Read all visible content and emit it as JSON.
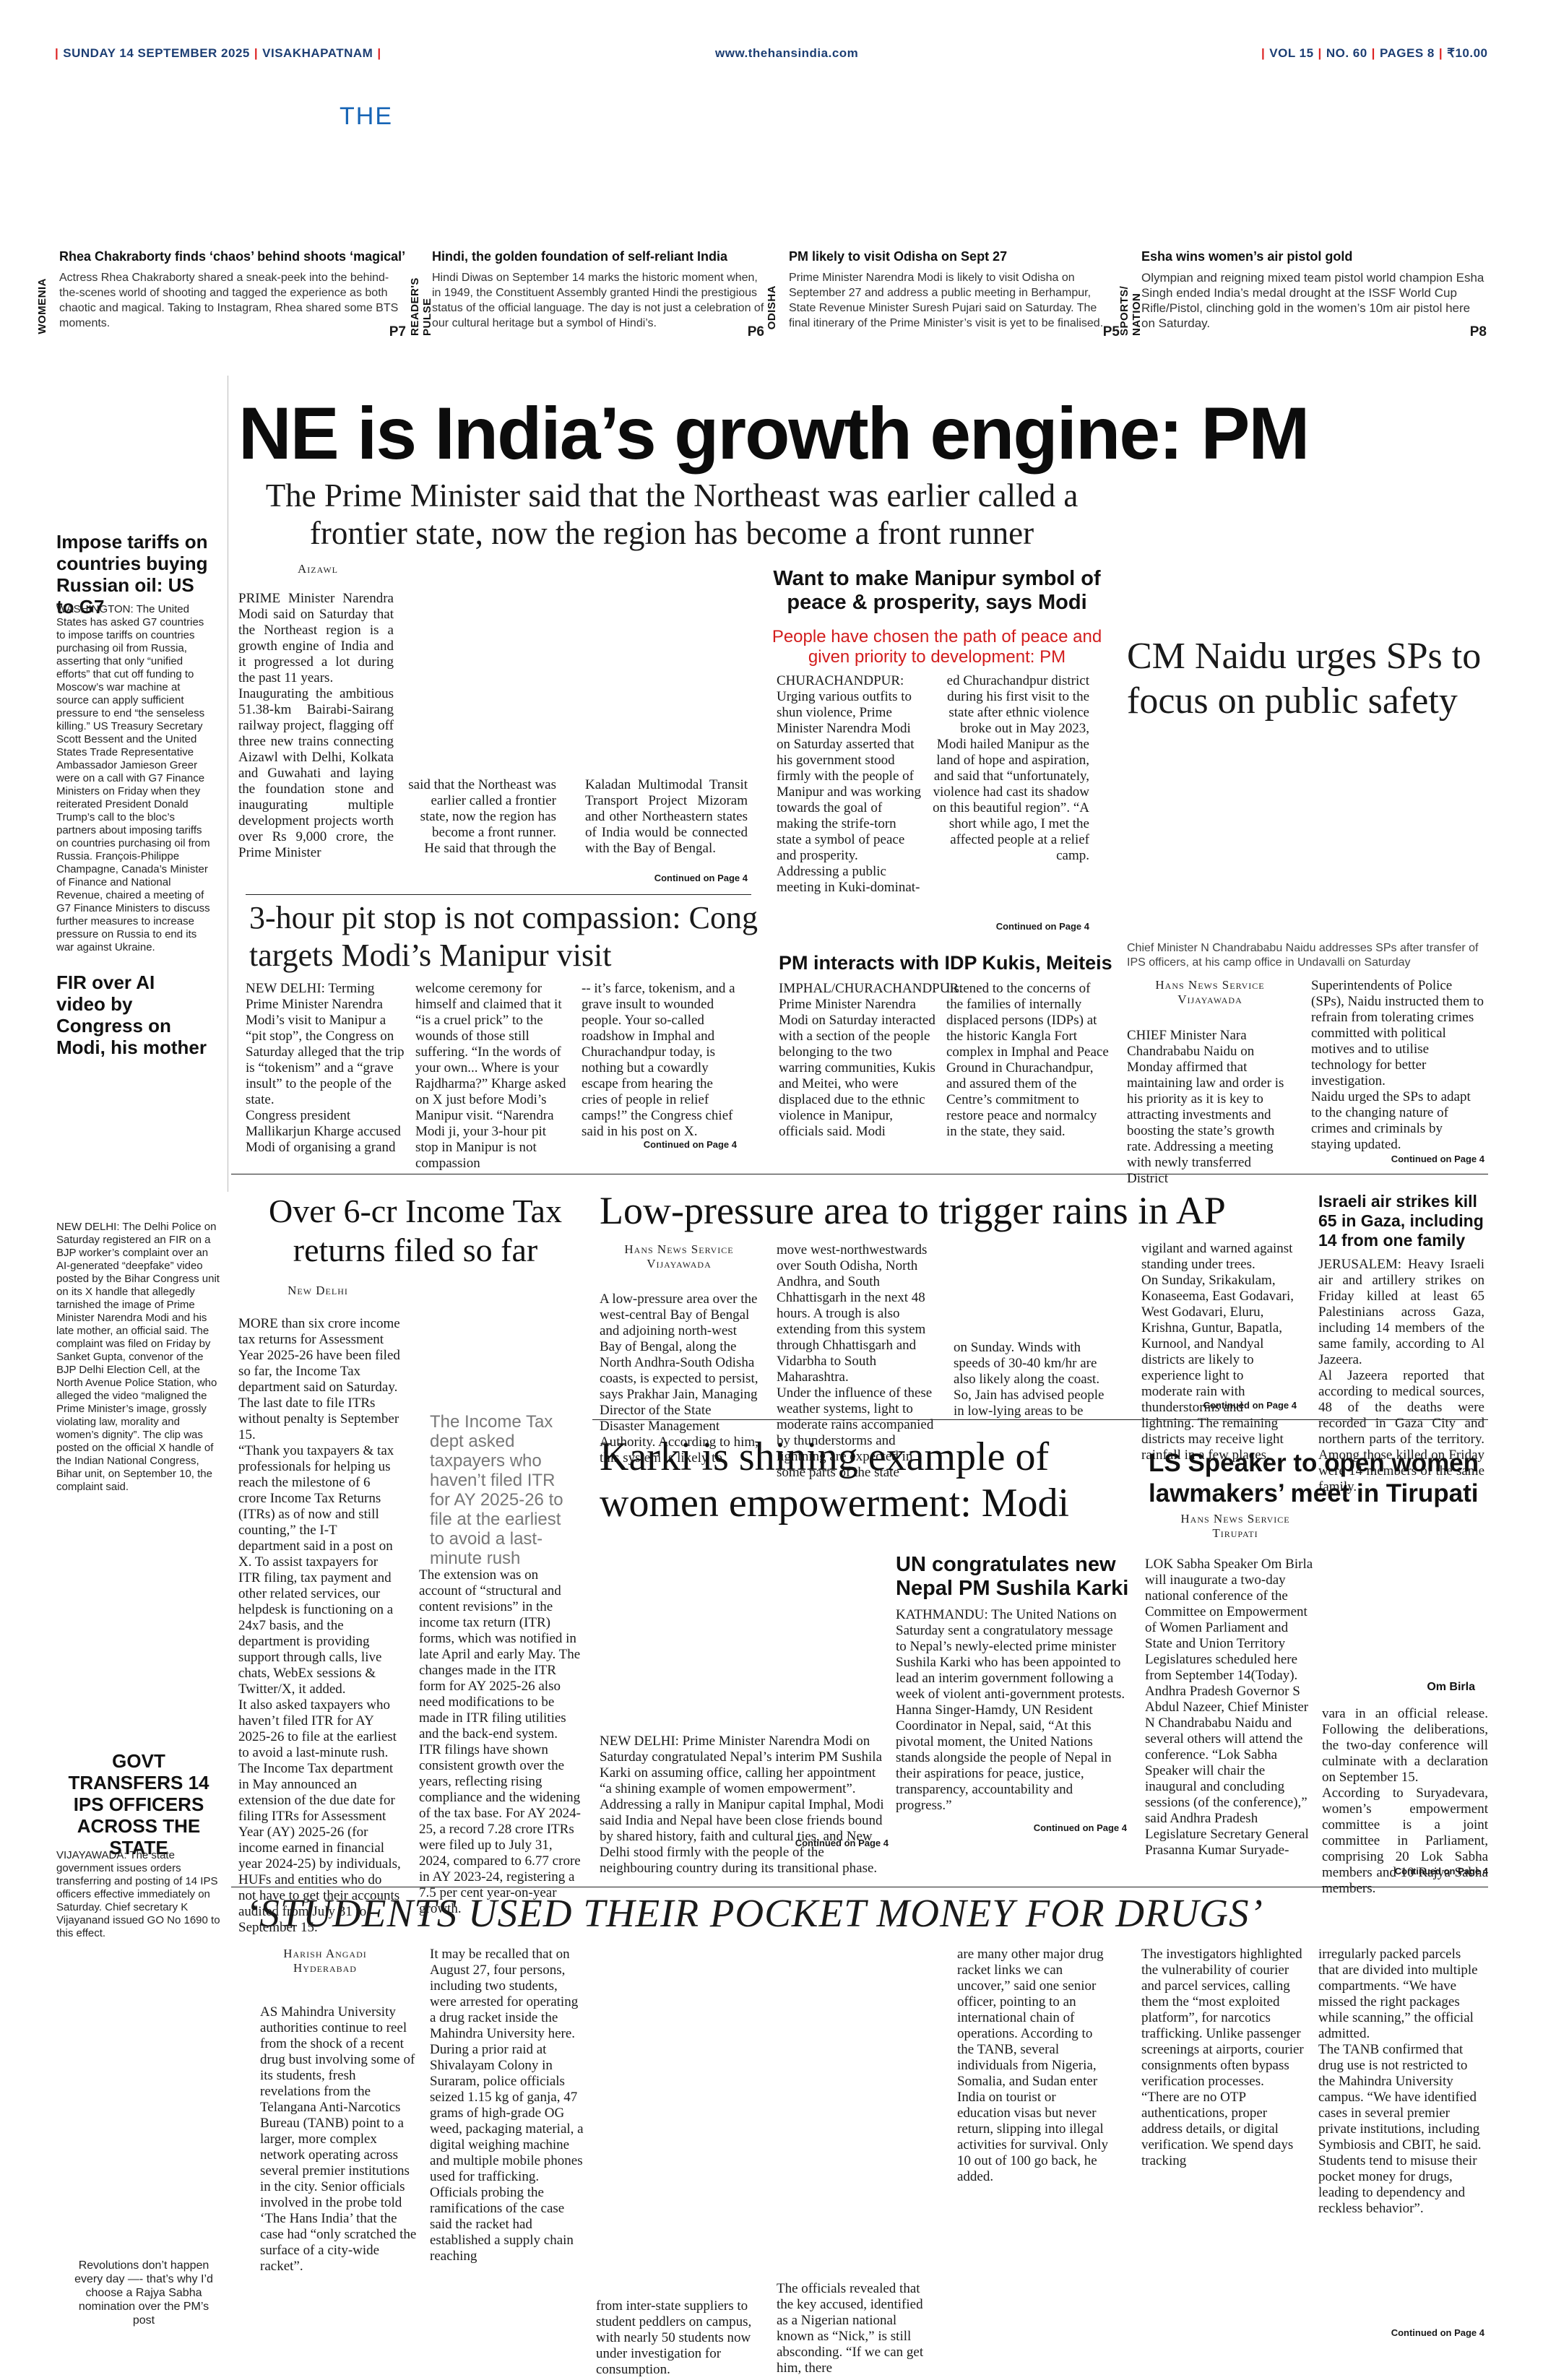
{
  "dateline": {
    "left": "SUNDAY 14 SEPTEMBER 2025",
    "city": "VISAKHAPATNAM",
    "url": "www.thehansindia.com",
    "vol": "VOL 15",
    "no": "NO. 60",
    "pages": "PAGES 8",
    "price": "₹10.00"
  },
  "masthead": {
    "the": "THE"
  },
  "teasers": [
    {
      "label": "WOMENIA",
      "title": "Rhea Chakraborty finds ‘chaos’ behind shoots ‘magical’",
      "text": "Actress Rhea Chakraborty shared a sneak-peek into the behind-the-scenes world of shooting and tagged the experience as both chaotic and magical. Taking to Instagram, Rhea shared some BTS moments.",
      "page": "P7"
    },
    {
      "label": "READER'S PULSE",
      "title": "Hindi, the golden foundation of self-reliant India",
      "text": "Hindi Diwas on September 14 marks the historic moment when, in 1949, the Constituent Assembly granted Hindi the prestigious status of the official language. The day is not just a celebration of our cultural heritage but a symbol of Hindi’s.",
      "page": "P6"
    },
    {
      "label": "ODISHA",
      "title": "PM likely to visit Odisha on Sept 27",
      "text": "Prime Minister Narendra Modi is likely to visit Odisha on September 27 and address a public meeting in Berhampur, State Revenue Minister Suresh Pujari said on Saturday. The final itinerary of the Prime Minister’s visit is yet to be finalised.",
      "page": "P5"
    },
    {
      "label": "SPORTS/ NATION",
      "title": "Esha wins women’s air pistol gold",
      "text": "Olympian and reigning mixed team pistol world champion Esha Singh ended India’s medal drought at the ISSF World Cup Rifle/Pistol, clinching gold in the women’s 10m air pistol here on Saturday.",
      "page": "P8"
    }
  ],
  "lead": {
    "headline": "NE is India’s growth engine: PM",
    "deck": "The Prime Minister said that the Northeast was earlier called a frontier state, now the region has become a front runner",
    "byline": "Aizawl",
    "col1": "PRIME Minister Narendra Modi said on Saturday that the Northeast region is a growth engine of India and it progressed a lot during the past 11 years.\n   Inaugurating the ambitious 51.38-km Bairabi-Sairang railway project, flagging off three new trains connecting Aizawl with Delhi, Kolkata and Guwahati and laying the foundation stone and inaugurating multiple development projects worth over Rs 9,000 crore, the Prime Minister",
    "col2": "said that the Northeast was earlier called a frontier state, now the region has become a front runner.\n   He said that through the",
    "col3": "Kaladan Multimodal Transit Transport Project Mizoram and other Northeastern states of India would be connected with the Bay of Bengal.",
    "cont": "Continued on Page 4"
  },
  "manipur": {
    "headline": "Want to make Manipur symbol of peace & prosperity, says Modi",
    "sub": "People have chosen the path of peace and given priority to development: PM",
    "col1": "CHURACHANDPUR: Urging various outfits to shun violence, Prime Minister Narendra Modi on Saturday asserted that his government stood firmly with the people of Manipur and was working towards the goal of making the strife-torn state a symbol of peace and prosperity.\n   Addressing a public meeting in Kuki-dominat-",
    "col2": "ed Churachandpur district during his first visit to the state after ethnic violence broke out in May 2023, Modi hailed Manipur as the land of hope and aspiration, and said that “unfortunately, violence had cast its shadow on this beautiful region”. “A short while ago, I met the affected people at a relief camp.",
    "cont": "Continued on Page 4"
  },
  "naidu": {
    "headline": "CM Naidu urges SPs to focus on public safety",
    "caption": "Chief Minister N Chandrababu Naidu addresses SPs after transfer of IPS officers, at his camp office in Undavalli on Saturday",
    "byline1": "Hans News Service",
    "byline2": "Vijayawada",
    "col1": "CHIEF Minister Nara Chandrababu Naidu on Monday affirmed that maintaining law and order is his priority as it is key to attracting investments and boosting the state’s growth rate. Addressing a meeting with newly transferred District",
    "col2": "Superintendents of Police (SPs), Naidu instructed them to refrain from tolerating crimes committed with political motives and to utilise technology for better investigation.\n   Naidu urged the SPs to adapt to the changing nature of crimes and criminals by staying updated.",
    "cont": "Continued on Page 4"
  },
  "pitstop": {
    "headline": "3-hour pit stop is not compassion: Cong targets Modi’s Manipur visit",
    "col1": "NEW DELHI: Terming Prime Minister Narendra Modi’s visit to Manipur a “pit stop”, the Congress on Saturday alleged that the trip is “tokenism” and a “grave insult” to the people of the state.\n   Congress president Mallikarjun Kharge accused Modi of organising a grand",
    "col2": "welcome ceremony for himself and claimed that it “is a cruel prick” to the wounds of those still suffering. “In the words of your own... Where is your Rajdharma?” Kharge asked on X just before Modi’s Manipur visit. “Narendra Modi ji, your 3-hour pit stop in Manipur is not compassion",
    "col3": "-- it’s farce, tokenism, and a grave insult to wounded people. Your so-called roadshow in Imphal and Churachandpur today, is nothing but a cowardly escape from hearing the cries of people in relief camps!” the Congress chief said in his post on X.",
    "cont": "Continued on Page 4"
  },
  "kukis": {
    "headline": "PM interacts with IDP Kukis, Meiteis",
    "col1": "IMPHAL/CHURACHANDPUR: Prime Minister Narendra Modi on Saturday interacted with a section of the people belonging to the two warring communities, Kukis and Meitei, who were displaced due to the ethnic violence in Manipur, officials said. Modi",
    "col2": "listened to the concerns of the families of internally displaced persons (IDPs) at the historic Kangla Fort complex in Imphal and Peace Ground in Churachandpur, and assured them of the Centre’s commitment to restore peace and normalcy in the state, they said."
  },
  "left_col": {
    "tariffs_head": "Impose tariffs on countries buying Russian oil: US to G7",
    "tariffs_body": "WASHINGTON: The United States has asked G7 countries to impose tariffs on countries purchasing oil from Russia, asserting that only “unified efforts” that cut off funding to Moscow’s war machine at source can apply sufficient pressure to end “the senseless killing.” US Treasury Secretary Scott Bessent and the United States Trade Representative Ambassador Jamieson Greer were on a call with G7 Finance Ministers on Friday when they reiterated President Donald Trump’s call to the bloc’s partners about imposing tariffs on countries purchasing oil from Russia. François-Philippe Champagne, Canada’s Minister of Finance and National Revenue, chaired a meeting of G7 Finance Ministers to discuss further measures to increase pressure on Russia to end its war against Ukraine.",
    "fir_head": "FIR over AI video by Congress on Modi, his mother",
    "fir_body": "NEW DELHI: The Delhi Police on Saturday registered an FIR on a BJP worker’s complaint over an AI-generated “deepfake” video posted by the Bihar Congress unit on its X handle that allegedly tarnished the image of Prime Minister Narendra Modi and his late mother, an official said. The complaint was filed on Friday by Sanket Gupta, convenor of the BJP Delhi Election Cell, at the North Avenue Police Station, who alleged the video “maligned the Prime Minister’s image, grossly violating law, morality and women’s dignity”. The clip was posted on the official X handle of the Indian National Congress, Bihar unit, on September 10, the complaint said.",
    "govt_head": "GOVT TRANSFERS 14 IPS OFFICERS ACROSS THE STATE",
    "govt_body": "VIJAYAWADA: The state government issues orders transferring and posting of 14 IPS officers effective immediately on Saturday. Chief secretary K Vijayanand issued GO No 1690 to this effect.",
    "cartoon_caption": "Revolutions don’t happen every day —- that’s why I’d choose a Rajya Sabha nomination over the PM’s post"
  },
  "itr": {
    "headline": "Over 6-cr Income Tax returns filed so far",
    "byline": "New Delhi",
    "pull": "The Income Tax dept asked taxpayers who haven’t filed ITR for AY 2025-26 to file at the earliest to avoid a last-minute rush",
    "col1": "MORE than six crore income tax returns for Assessment Year 2025-26 have been filed so far, the Income Tax department said on Saturday. The last date to file ITRs without penalty is September 15.\n   “Thank you taxpayers & tax professionals for helping us reach the milestone of 6 crore Income Tax Returns (ITRs) as of now and still counting,” the I-T department said in a post on X. To assist taxpayers for ITR filing, tax payment and other related services, our helpdesk is functioning on a 24x7 basis, and the department is providing support through calls, live chats, WebEx sessions & Twitter/X, it added.\n   It also asked taxpayers who haven’t filed ITR for AY 2025-26 to file at the earliest to avoid a last-minute rush. The Income Tax department in May announced an extension of the due date for filing ITRs for Assessment Year (AY) 2025-26 (for income earned in financial year 2024-25) by individuals, HUFs and entities who do not have to get their accounts audited from July 31 to September 15.",
    "col2": "The extension was on account of “structural and content revisions” in the income tax return (ITR) forms, which was notified in late April and early May. The changes made in the ITR form for AY 2025-26 also need modifications to be made in ITR filing utilities and the back-end system. ITR filings have shown consistent growth over the years, reflecting rising compliance and the widening of the tax base. For AY 2024-25, a record 7.28 crore ITRs were filed up to July 31, 2024, compared to 6.77 crore in AY 2023-24, registering a 7.5 per cent year-on-year growth."
  },
  "rain": {
    "headline": "Low-pressure area to trigger rains in AP",
    "byline1": "Hans News Service",
    "byline2": "Vijayawada",
    "col1": "A low-pressure area over the west-central Bay of Bengal and adjoining north-west Bay of Bengal, along the North Andhra-South Odisha coasts, is expected to persist, says Prakhar Jain, Managing Director of the State Disaster Management Authority. According to him, this system is likely to",
    "col2": "move west-northwestwards over South Odisha, North Andhra, and South Chhattisgarh in the next 48 hours. A trough is also extending from this system through Chhattisgarh and Vidarbha to South Maharashtra.\n   Under the influence of these weather systems, light to moderate rains accompanied by thunderstorms and lightning are expected in some parts of the state",
    "col3": "on Sunday. Winds with speeds of 30-40 km/hr are also likely along the coast. So, Jain has advised people in low-lying areas to be",
    "col4": "vigilant and warned against standing under trees.\n   On Sunday, Srikakulam, Konaseema, East Godavari, West Godavari, Eluru, Krishna, Guntur, Bapatla, Kurnool, and Nandyal districts are likely to experience light to moderate rain with thunderstorms and lightning. The remaining districts may receive light rainfall in a few places.",
    "cont": "Continued on Page 4"
  },
  "gaza": {
    "headline": "Israeli air strikes kill 65 in Gaza, including 14 from one family",
    "body": "JERUSALEM: Heavy Israeli air and artillery strikes on Friday killed at least 65 Palestinians across Gaza, including 14 members of the same family, according to Al Jazeera.\n   Al Jazeera reported that according to medical sources, 48 of the deaths were recorded in Gaza City and northern parts of the territory. Among those killed on Friday were 14 members of the same family."
  },
  "karki": {
    "headline": "Karki is shining example of women empowerment: Modi",
    "body": "NEW DELHI: Prime Minister Narendra Modi on Saturday congratulated Nepal’s interim PM Sushila Karki on assuming office, calling her appointment “a shining example of women empowerment”. Addressing a rally in Manipur capital Imphal, Modi said India and Nepal have been close friends bound by shared history, faith and cultural ties, and New Delhi stood firmly with the people of the neighbouring country during its transitional phase.",
    "cont": "Continued on Page 4"
  },
  "un": {
    "headline": "UN congratulates new Nepal PM Sushila Karki",
    "body": "KATHMANDU: The United Nations on Saturday sent a congratulatory message to Nepal’s newly-elected prime minister Sushila Karki who has been appointed to lead an interim government following a week of violent anti-government protests. Hanna Singer-Hamdy, UN Resident Coordinator in Nepal, said, “At this pivotal moment, the United Nations stands alongside the people of Nepal in their aspirations for peace, justice, transparency, accountability and progress.”",
    "cont": "Continued on Page 4"
  },
  "ls": {
    "headline": "LS Speaker to open women lawmakers’ meet in Tirupati",
    "byline1": "Hans News Service",
    "byline2": "Tirupati",
    "photo_caption": "Om Birla",
    "col1": "LOK Sabha Speaker Om Birla will inaugurate a two-day national conference of the Committee on Empowerment of Women Parliament and State and Union Territory Legislatures scheduled here from September 14(Today). Andhra Pradesh Governor S Abdul Nazeer, Chief Minister N Chandrababu Naidu and several others will attend the conference. “Lok Sabha Speaker will chair the inaugural and concluding sessions (of the conference),” said Andhra Pradesh Legislature Secretary General Prasanna Kumar Suryade-",
    "col2": "vara in an official release. Following the deliberations, the two-day conference will culminate with a declaration on September 15.\n   According to Suryadevara, women’s empowerment committee is a joint committee in Parliament, comprising 20 Lok Sabha members and 10 Rajya Sabha members.",
    "cont": "Continued on Page 4"
  },
  "drugs": {
    "headline": "‘STUDENTS USED THEIR POCKET MONEY FOR DRUGS’",
    "byline1": "Harish Angadi",
    "byline2": "Hyderabad",
    "col1": "AS Mahindra University authorities continue to reel from the shock of a recent drug bust involving some of its students, fresh revelations from the Telangana Anti-Narcotics Bureau (TANB) point to a larger, more complex network operating across several premier institutions in the city. Senior officials involved in the probe told ‘The Hans India’ that the case had “only scratched the surface of a city-wide racket”.",
    "col2": "It may be recalled that on August 27, four persons, including two students, were arrested for operating a drug racket inside the Mahindra University here. During a prior raid at Shivalayam Colony in Suraram, police officials seized 1.15 kg of ganja, 47 grams of high-grade OG weed, packaging material, a digital weighing machine and multiple mobile phones used for trafficking.\n   Officials probing the ramifications of the case said the racket had established a supply chain reaching",
    "col3": "from inter-state suppliers to student peddlers on campus, with nearly 50 students now under investigation for consumption.",
    "col4": "The officials revealed that the key accused, identified as a Nigerian national known as “Nick,” is still absconding. “If we can get him, there",
    "col4a": "are many other major drug racket links we can uncover,” said one senior officer, pointing to an international chain of operations. According to the TANB, several individuals from Nigeria, Somalia, and Sudan enter India on tourist or education visas but never return, slipping into illegal activities for survival. Only 10 out of 100 go back, he added.",
    "col5": "The investigators highlighted the vulnerability of courier and parcel services, calling them the “most exploited platform”, for narcotics trafficking. Unlike passenger screenings at airports, courier consignments often bypass verification processes.\n   “There are no OTP authentications, proper address details, or digital verification. We spend days tracking",
    "col6": "irregularly packed parcels that are divided into multiple compartments. “We have missed the right packages while scanning,” the official admitted.\n   The TANB confirmed that drug use is not restricted to the Mahindra University campus. “We have identified cases in several premier private institutions, including Symbiosis and CBIT, he said. Students tend to misuse their pocket money for drugs, leading to dependency and reckless behavior”.",
    "cont": "Continued on Page 4"
  }
}
